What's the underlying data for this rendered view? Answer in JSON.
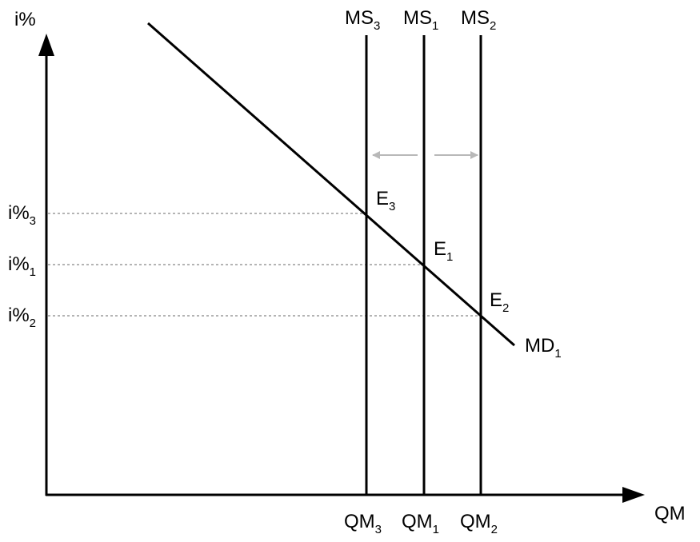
{
  "axes": {
    "y_label": "i%",
    "x_label": "QM"
  },
  "curves": {
    "demand": {
      "base": "MD",
      "sub": "1"
    },
    "supply": [
      {
        "id": "ms3",
        "base": "MS",
        "sub": "3",
        "q_base": "QM",
        "q_sub": "3"
      },
      {
        "id": "ms1",
        "base": "MS",
        "sub": "1",
        "q_base": "QM",
        "q_sub": "1"
      },
      {
        "id": "ms2",
        "base": "MS",
        "sub": "2",
        "q_base": "QM",
        "q_sub": "2"
      }
    ]
  },
  "equilibria": [
    {
      "id": "e3",
      "base": "E",
      "sub": "3",
      "rate_base": "i%",
      "rate_sub": "3"
    },
    {
      "id": "e1",
      "base": "E",
      "sub": "1",
      "rate_base": "i%",
      "rate_sub": "1"
    },
    {
      "id": "e2",
      "base": "E",
      "sub": "2",
      "rate_base": "i%",
      "rate_sub": "2"
    }
  ],
  "colors": {
    "line": "#000000",
    "guide": "#888888",
    "shift_arrow": "#b8b8b8"
  }
}
